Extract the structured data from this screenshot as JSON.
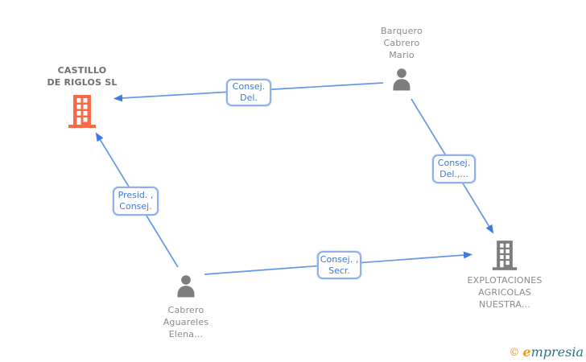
{
  "diagram": {
    "nodes": {
      "castillo": {
        "label": "CASTILLO\nDE RIGLOS SL",
        "type": "company",
        "highlighted": true,
        "icon": "building-icon",
        "icon_color": "#FA6A47"
      },
      "barquero": {
        "label": "Barquero\nCabrero\nMario",
        "type": "person",
        "icon": "person-icon",
        "icon_color": "#7D7D7D"
      },
      "explotaciones": {
        "label": "EXPLOTACIONES\nAGRICOLAS\nNUESTRA...",
        "type": "company",
        "icon": "building-icon",
        "icon_color": "#7D7D7D"
      },
      "cabrero": {
        "label": "Cabrero\nAguareles\nElena...",
        "type": "person",
        "icon": "person-icon",
        "icon_color": "#7D7D7D"
      }
    },
    "edges": [
      {
        "from": "Barquero Cabrero Mario",
        "to": "CASTILLO DE RIGLOS SL",
        "label": "Consej.\nDel."
      },
      {
        "from": "Barquero Cabrero Mario",
        "to": "EXPLOTACIONES AGRICOLAS NUESTRA...",
        "label": "Consej.\nDel.,..."
      },
      {
        "from": "Cabrero Aguareles Elena...",
        "to": "CASTILLO DE RIGLOS SL",
        "label": "Presid. ,\nConsej."
      },
      {
        "from": "Cabrero Aguareles Elena...",
        "to": "EXPLOTACIONES AGRICOLAS NUESTRA...",
        "label": "Consej. ,\nSecr."
      }
    ],
    "colors": {
      "company_highlight": "#FA6A47",
      "node_gray": "#7D7D7D",
      "edge_line": "#6397E8",
      "edge_label_text": "#3E78D6",
      "edge_label_border": "#8FB0EA"
    }
  },
  "footer": {
    "copyright_symbol": "©",
    "brand_first_letter": "e",
    "brand_rest": "mpresia"
  }
}
